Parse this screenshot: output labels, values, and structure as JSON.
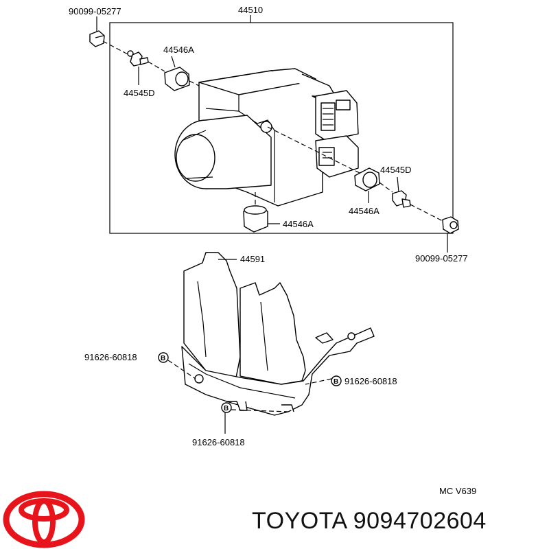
{
  "labels": {
    "nut_top": "90099-05277",
    "assembly": "44510",
    "cushion_top": "44546A",
    "collar_left": "44545D",
    "collar_right": "44545D",
    "cushion_right": "44546A",
    "cushion_bottom": "44546A",
    "nut_bottom": "90099-05277",
    "bracket": "44591",
    "bolt_left": "91626-60818",
    "bolt_right": "91626-60818",
    "bolt_bottom": "91626-60818",
    "bolt_marker": "B"
  },
  "diagram_code": "MC  V639",
  "brand": {
    "name": "TOYOTA",
    "part_number": "9094702604",
    "logo_color": "#e8141c"
  }
}
